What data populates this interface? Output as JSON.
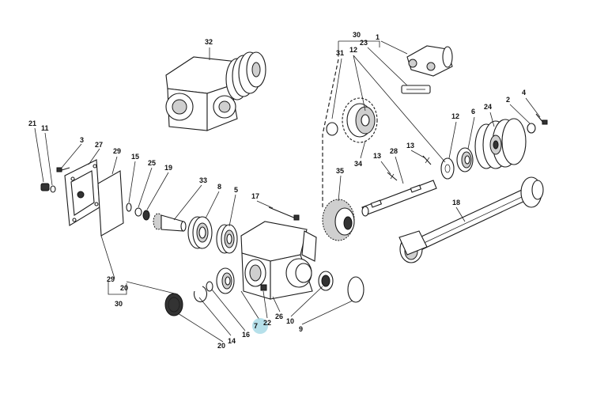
{
  "labels": {
    "l1": "1",
    "l2": "2",
    "l3": "3",
    "l4": "4",
    "l5": "5",
    "l6": "6",
    "l7": "7",
    "l8": "8",
    "l9": "9",
    "l10": "10",
    "l11": "11",
    "l12a": "12",
    "l12b": "12",
    "l13a": "13",
    "l13b": "13",
    "l14": "14",
    "l15": "15",
    "l16": "16",
    "l17": "17",
    "l18": "18",
    "l19": "19",
    "l20a": "20",
    "l20b": "20",
    "l21": "21",
    "l22": "22",
    "l23": "23",
    "l24": "24",
    "l25": "25",
    "l26": "26",
    "l27": "27",
    "l28": "28",
    "l29a": "29",
    "l29b": "29",
    "l30a": "30",
    "l30b": "30",
    "l31": "31",
    "l32": "32",
    "l33": "33",
    "l34": "34",
    "l35": "35"
  },
  "highlight": {
    "label": "7",
    "color": "#a9dbe6"
  }
}
